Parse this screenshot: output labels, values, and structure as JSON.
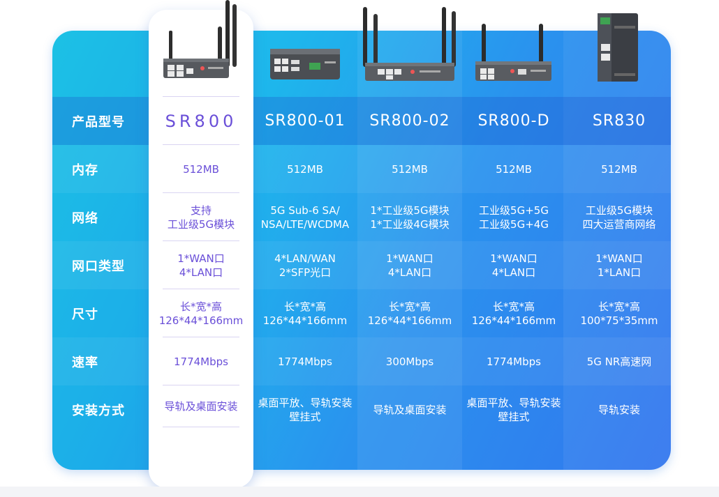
{
  "row_labels": [
    "产品型号",
    "内存",
    "网络",
    "网口类型",
    "尺寸",
    "速率",
    "安装方式"
  ],
  "products": [
    {
      "model": "SR800",
      "memory": "512MB",
      "network": "支持\n工业级5G模块",
      "ports": "1*WAN口\n4*LAN口",
      "size": "长*宽*高\n126*44*166mm",
      "speed": "1774Mbps",
      "mount": "导轨及桌面安装",
      "device_icon": "router-4-antenna-icon"
    },
    {
      "model": "SR800-01",
      "memory": "512MB",
      "network": "5G Sub-6 SA/\nNSA/LTE/WCDMA",
      "ports": "4*LAN/WAN\n2*SFP光口",
      "size": "长*宽*高\n126*44*166mm",
      "speed": "1774Mbps",
      "mount": "桌面平放、导轨安装\n壁挂式",
      "device_icon": "router-box-icon"
    },
    {
      "model": "SR800-02",
      "memory": "512MB",
      "network": "1*工业级5G模块\n1*工业级4G模块",
      "ports": "1*WAN口\n4*LAN口",
      "size": "长*宽*高\n126*44*166mm",
      "speed": "300Mbps",
      "mount": "导轨及桌面安装",
      "device_icon": "router-4-antenna-icon"
    },
    {
      "model": "SR800-D",
      "memory": "512MB",
      "network": "工业级5G+5G\n工业级5G+4G",
      "ports": "1*WAN口\n4*LAN口",
      "size": "长*宽*高\n126*44*166mm",
      "speed": "1774Mbps",
      "mount": "桌面平放、导轨安装\n壁挂式",
      "device_icon": "router-2-antenna-icon"
    },
    {
      "model": "SR830",
      "memory": "512MB",
      "network": "工业级5G模块\n四大运营商网络",
      "ports": "1*WAN口\n1*LAN口",
      "size": "长*宽*高\n100*75*35mm",
      "speed": "5G NR高速网",
      "mount": "导轨安装",
      "device_icon": "din-rail-router-icon"
    }
  ],
  "colors": {
    "accent": "#6a4fd8",
    "panel_start": "#1ecde8",
    "panel_end": "#3276ee",
    "row_label_bg": "#2a7ee4"
  }
}
